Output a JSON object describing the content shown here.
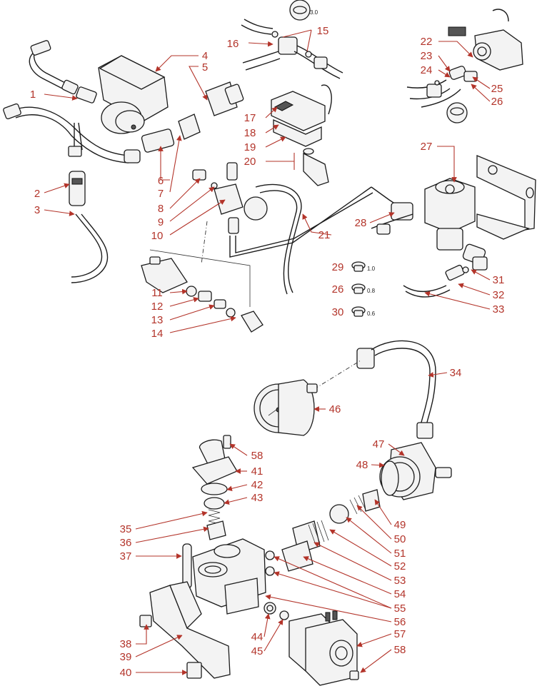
{
  "callouts": [
    {
      "id": "1",
      "text": "1"
    },
    {
      "id": "2",
      "text": "2"
    },
    {
      "id": "3",
      "text": "3"
    },
    {
      "id": "4",
      "text": "4"
    },
    {
      "id": "5",
      "text": "5"
    },
    {
      "id": "6",
      "text": "6"
    },
    {
      "id": "7",
      "text": "7"
    },
    {
      "id": "8",
      "text": "8"
    },
    {
      "id": "9",
      "text": "9"
    },
    {
      "id": "10",
      "text": "10"
    },
    {
      "id": "11",
      "text": "11"
    },
    {
      "id": "12",
      "text": "12"
    },
    {
      "id": "13",
      "text": "13"
    },
    {
      "id": "14",
      "text": "14"
    },
    {
      "id": "15",
      "text": "15"
    },
    {
      "id": "16",
      "text": "16"
    },
    {
      "id": "17",
      "text": "17"
    },
    {
      "id": "18",
      "text": "18"
    },
    {
      "id": "19",
      "text": "19"
    },
    {
      "id": "20",
      "text": "20"
    },
    {
      "id": "21",
      "text": "21"
    },
    {
      "id": "22",
      "text": "22"
    },
    {
      "id": "23",
      "text": "23"
    },
    {
      "id": "24",
      "text": "24"
    },
    {
      "id": "25",
      "text": "25"
    },
    {
      "id": "26a",
      "text": "26"
    },
    {
      "id": "27",
      "text": "27"
    },
    {
      "id": "28",
      "text": "28"
    },
    {
      "id": "29",
      "text": "29"
    },
    {
      "id": "26b",
      "text": "26"
    },
    {
      "id": "30",
      "text": "30"
    },
    {
      "id": "31",
      "text": "31"
    },
    {
      "id": "32",
      "text": "32"
    },
    {
      "id": "33",
      "text": "33"
    },
    {
      "id": "34",
      "text": "34"
    },
    {
      "id": "35",
      "text": "35"
    },
    {
      "id": "36",
      "text": "36"
    },
    {
      "id": "37",
      "text": "37"
    },
    {
      "id": "38",
      "text": "38"
    },
    {
      "id": "39",
      "text": "39"
    },
    {
      "id": "40",
      "text": "40"
    },
    {
      "id": "41",
      "text": "41"
    },
    {
      "id": "42",
      "text": "42"
    },
    {
      "id": "43",
      "text": "43"
    },
    {
      "id": "44",
      "text": "44"
    },
    {
      "id": "45",
      "text": "45"
    },
    {
      "id": "46",
      "text": "46"
    },
    {
      "id": "47",
      "text": "47"
    },
    {
      "id": "48",
      "text": "48"
    },
    {
      "id": "49",
      "text": "49"
    },
    {
      "id": "50",
      "text": "50"
    },
    {
      "id": "51",
      "text": "51"
    },
    {
      "id": "52",
      "text": "52"
    },
    {
      "id": "53",
      "text": "53"
    },
    {
      "id": "54",
      "text": "54"
    },
    {
      "id": "55",
      "text": "55"
    },
    {
      "id": "56",
      "text": "56"
    },
    {
      "id": "57",
      "text": "57"
    },
    {
      "id": "58a",
      "text": "58"
    },
    {
      "id": "58b",
      "text": "58"
    }
  ],
  "size_labels": {
    "jet_top": "3.0",
    "jet_29": "1.0",
    "jet_26": "0.8",
    "jet_30": "0.6"
  },
  "colors": {
    "callout": "#b3342a",
    "line_art": "#1b1b1b",
    "background": "#ffffff"
  }
}
